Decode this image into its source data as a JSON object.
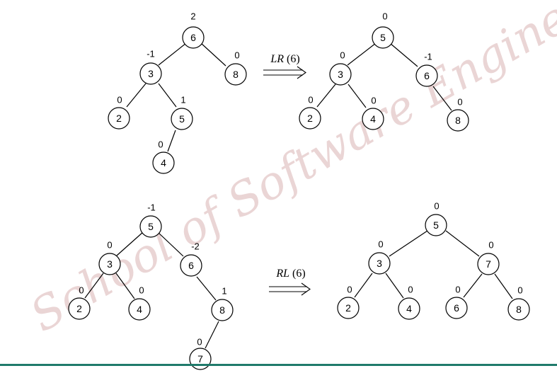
{
  "watermark": "School of Software Engineering",
  "diagrams": [
    {
      "id": "lr-before",
      "nodes": [
        {
          "value": "6",
          "bf": "2"
        },
        {
          "value": "3",
          "bf": "-1"
        },
        {
          "value": "8",
          "bf": "0"
        },
        {
          "value": "2",
          "bf": "0"
        },
        {
          "value": "5",
          "bf": "1"
        },
        {
          "value": "4",
          "bf": "0"
        }
      ]
    },
    {
      "id": "lr-after",
      "nodes": [
        {
          "value": "5",
          "bf": "0"
        },
        {
          "value": "3",
          "bf": "0"
        },
        {
          "value": "6",
          "bf": "-1"
        },
        {
          "value": "2",
          "bf": "0"
        },
        {
          "value": "4",
          "bf": "0"
        },
        {
          "value": "8",
          "bf": "0"
        }
      ]
    },
    {
      "id": "rl-before",
      "nodes": [
        {
          "value": "5",
          "bf": "-1"
        },
        {
          "value": "3",
          "bf": "0"
        },
        {
          "value": "6",
          "bf": "-2"
        },
        {
          "value": "2",
          "bf": "0"
        },
        {
          "value": "4",
          "bf": "0"
        },
        {
          "value": "8",
          "bf": "1"
        },
        {
          "value": "7",
          "bf": "0"
        }
      ]
    },
    {
      "id": "rl-after",
      "nodes": [
        {
          "value": "5",
          "bf": "0"
        },
        {
          "value": "3",
          "bf": "0"
        },
        {
          "value": "7",
          "bf": "0"
        },
        {
          "value": "2",
          "bf": "0"
        },
        {
          "value": "4",
          "bf": "0"
        },
        {
          "value": "6",
          "bf": "0"
        },
        {
          "value": "8",
          "bf": "0"
        }
      ]
    }
  ],
  "operations": [
    {
      "name": "LR",
      "arg": "(6)"
    },
    {
      "name": "RL",
      "arg": "(6)"
    }
  ],
  "colors": {
    "watermark": "#d9b3b3",
    "footer_line": "#1f7a6b"
  }
}
